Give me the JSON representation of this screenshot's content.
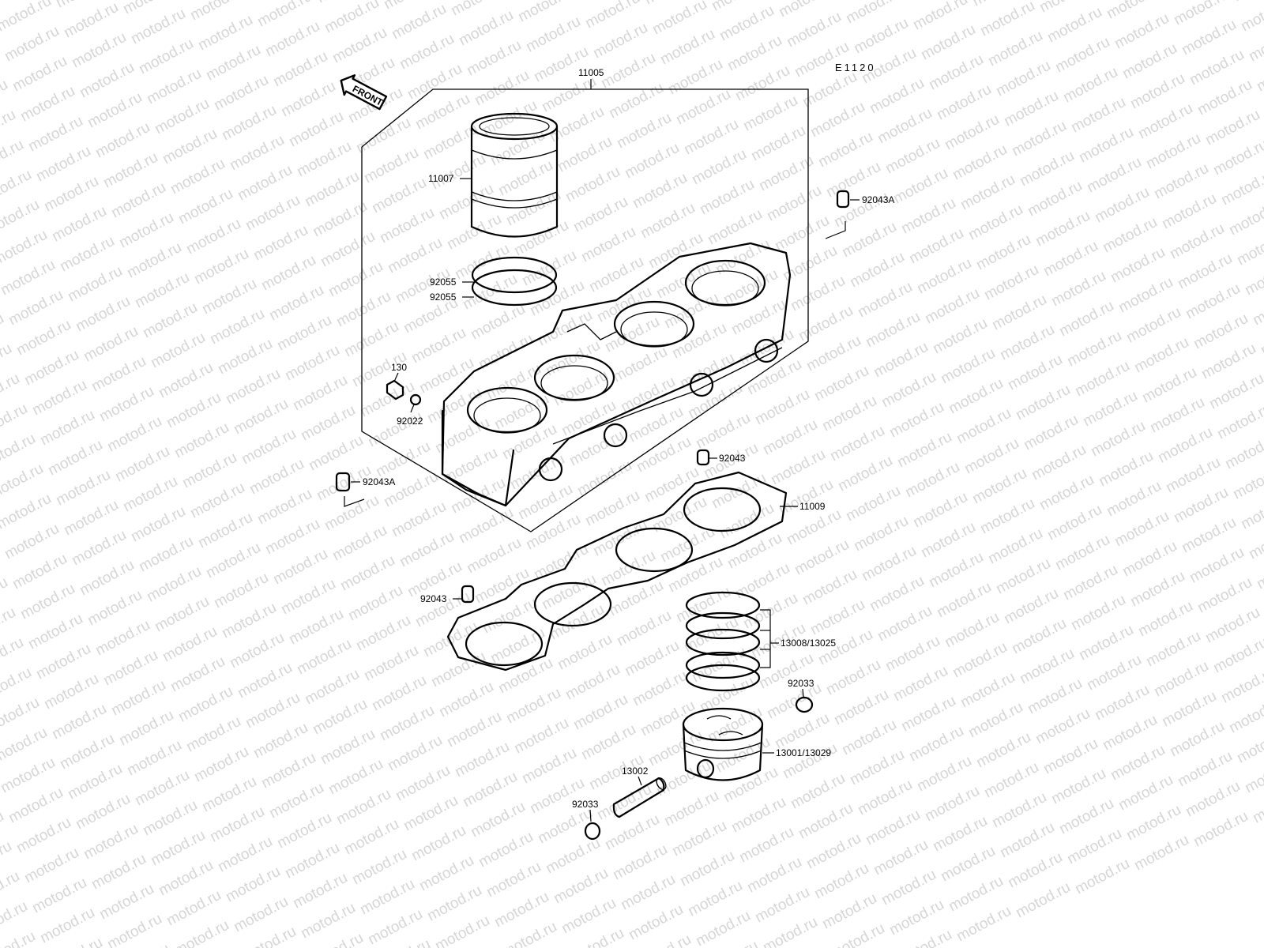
{
  "diagram": {
    "code": "E1120",
    "front_label": "FRONT",
    "watermark": "motod.ru",
    "labels": {
      "cylinder_block": "11005",
      "cylinder_sleeve": "11007",
      "oring_upper": "92055",
      "oring_lower": "92055",
      "plug_bolt": "130",
      "washer": "92022",
      "dowel_right": "92043A",
      "dowel_left": "92043A",
      "dowel_center": "92043",
      "dowel_lower": "92043",
      "base_gasket": "11009",
      "piston_rings": "13008/13025",
      "circlip_right": "92033",
      "piston": "13001/13029",
      "piston_pin": "13002",
      "circlip_left": "92033"
    }
  }
}
